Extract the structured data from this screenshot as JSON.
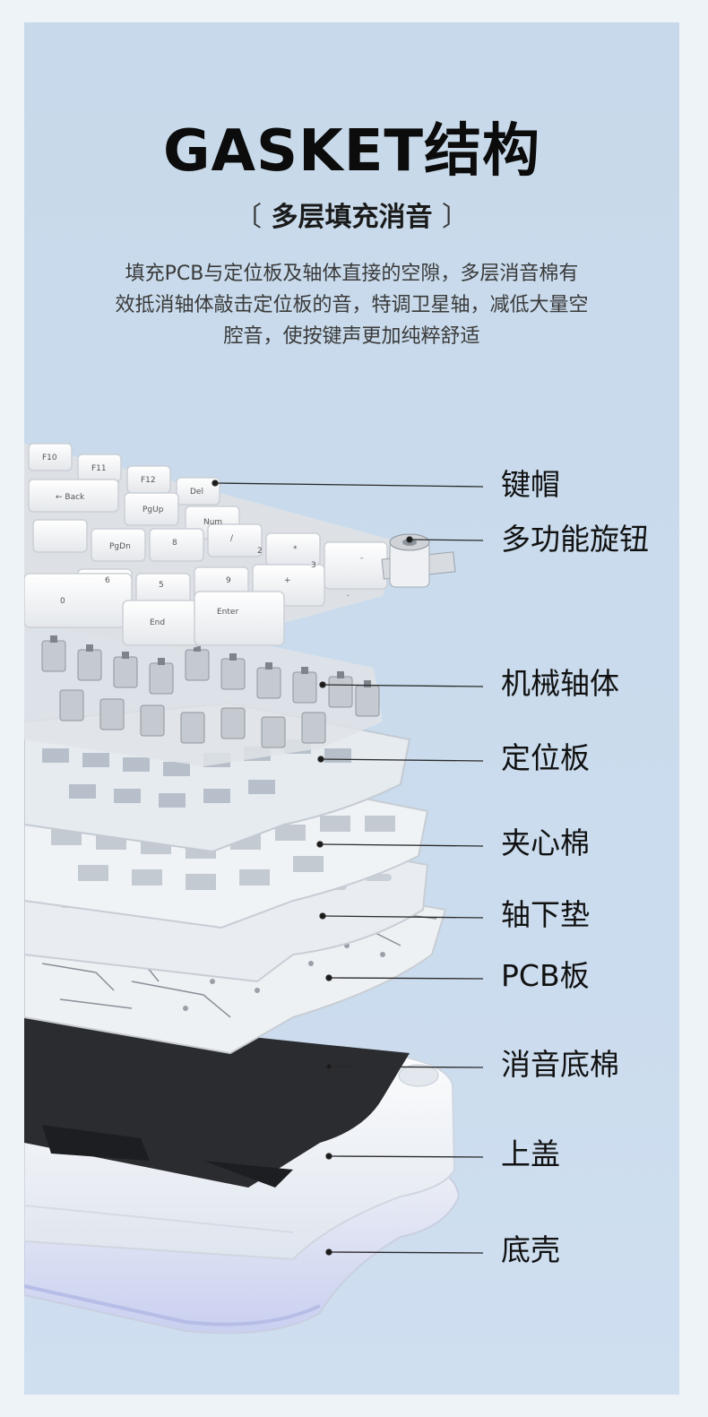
{
  "title": "GASKET结构",
  "subtitle": {
    "open_bracket": "〔",
    "text": "多层填充消音",
    "close_bracket": "〕"
  },
  "description": [
    "填充PCB与定位板及轴体直接的空隙，多层消音棉有",
    "效抵消轴体敲击定位板的音，特调卫星轴，减低大量空",
    "腔音，使按键声更加纯粹舒适"
  ],
  "keycap_legends": [
    "F10",
    "F11",
    "F12",
    "Del",
    "← Back",
    "Num",
    "PgUp",
    "PgDn",
    "End",
    "Enter",
    "*",
    "-",
    "+",
    "/",
    "8",
    "9",
    "5",
    "6",
    "2",
    "3",
    "0",
    "."
  ],
  "layers": [
    {
      "id": "keycap",
      "label": "键帽"
    },
    {
      "id": "knob",
      "label": "多功能旋钮"
    },
    {
      "id": "switch",
      "label": "机械轴体"
    },
    {
      "id": "plate",
      "label": "定位板"
    },
    {
      "id": "foam",
      "label": "夹心棉"
    },
    {
      "id": "pad",
      "label": "轴下垫"
    },
    {
      "id": "pcb",
      "label": "PCB板"
    },
    {
      "id": "bottom-foam",
      "label": "消音底棉"
    },
    {
      "id": "top-case",
      "label": "上盖"
    },
    {
      "id": "bottom-case",
      "label": "底壳"
    }
  ],
  "colors": {
    "background": "#c8daeb",
    "keycap": "#f4f5f7",
    "plate": "#e6ebf0",
    "foam_dark": "#2b2c30",
    "case": "#f2f4f7",
    "leader_line": "#2a2a2a"
  }
}
